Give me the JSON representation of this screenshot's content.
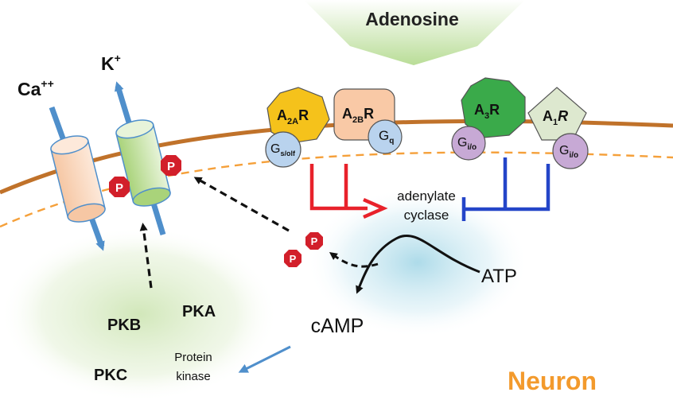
{
  "ligand": {
    "name": "Adenosine"
  },
  "channels": [
    {
      "ion": "Ca",
      "charge": "++"
    },
    {
      "ion": "K",
      "charge": "+"
    }
  ],
  "receptors": [
    {
      "base": "A",
      "sub": "2A",
      "suffix": "R",
      "color": "#F5C21B",
      "g_base": "G",
      "g_sub": "s/olf"
    },
    {
      "base": "A",
      "sub": "2B",
      "suffix": "R",
      "color": "#F9C9A6",
      "g_base": "G",
      "g_sub": "q"
    },
    {
      "base": "A",
      "sub": "3",
      "suffix": "R",
      "color": "#3AAA4A",
      "g_base": "G",
      "g_sub": "i/o"
    },
    {
      "base": "A",
      "sub": "1",
      "suffix": "R",
      "color": "#DDE8CF",
      "g_base": "G",
      "g_sub": "i/o"
    }
  ],
  "phosphate": "P",
  "enzyme": {
    "line1": "adenylate",
    "line2": "cyclase"
  },
  "substrate": "ATP",
  "messenger": "cAMP",
  "kinases": {
    "pkb": "PKB",
    "pka": "PKA",
    "pkc": "PKC",
    "generic_line1": "Protein",
    "generic_line2": "kinase"
  },
  "cell": "Neuron",
  "colors": {
    "membrane": "#C0722A",
    "stimulatory": "#E8222B",
    "inhibitory": "#2445C8",
    "channel_arrow": "#4F8FCB",
    "phosphate": "#D21F2A",
    "neuron_label": "#F39A2C",
    "g_protein": "#B9D3EE",
    "g_protein_io": "#C7A9D5"
  }
}
